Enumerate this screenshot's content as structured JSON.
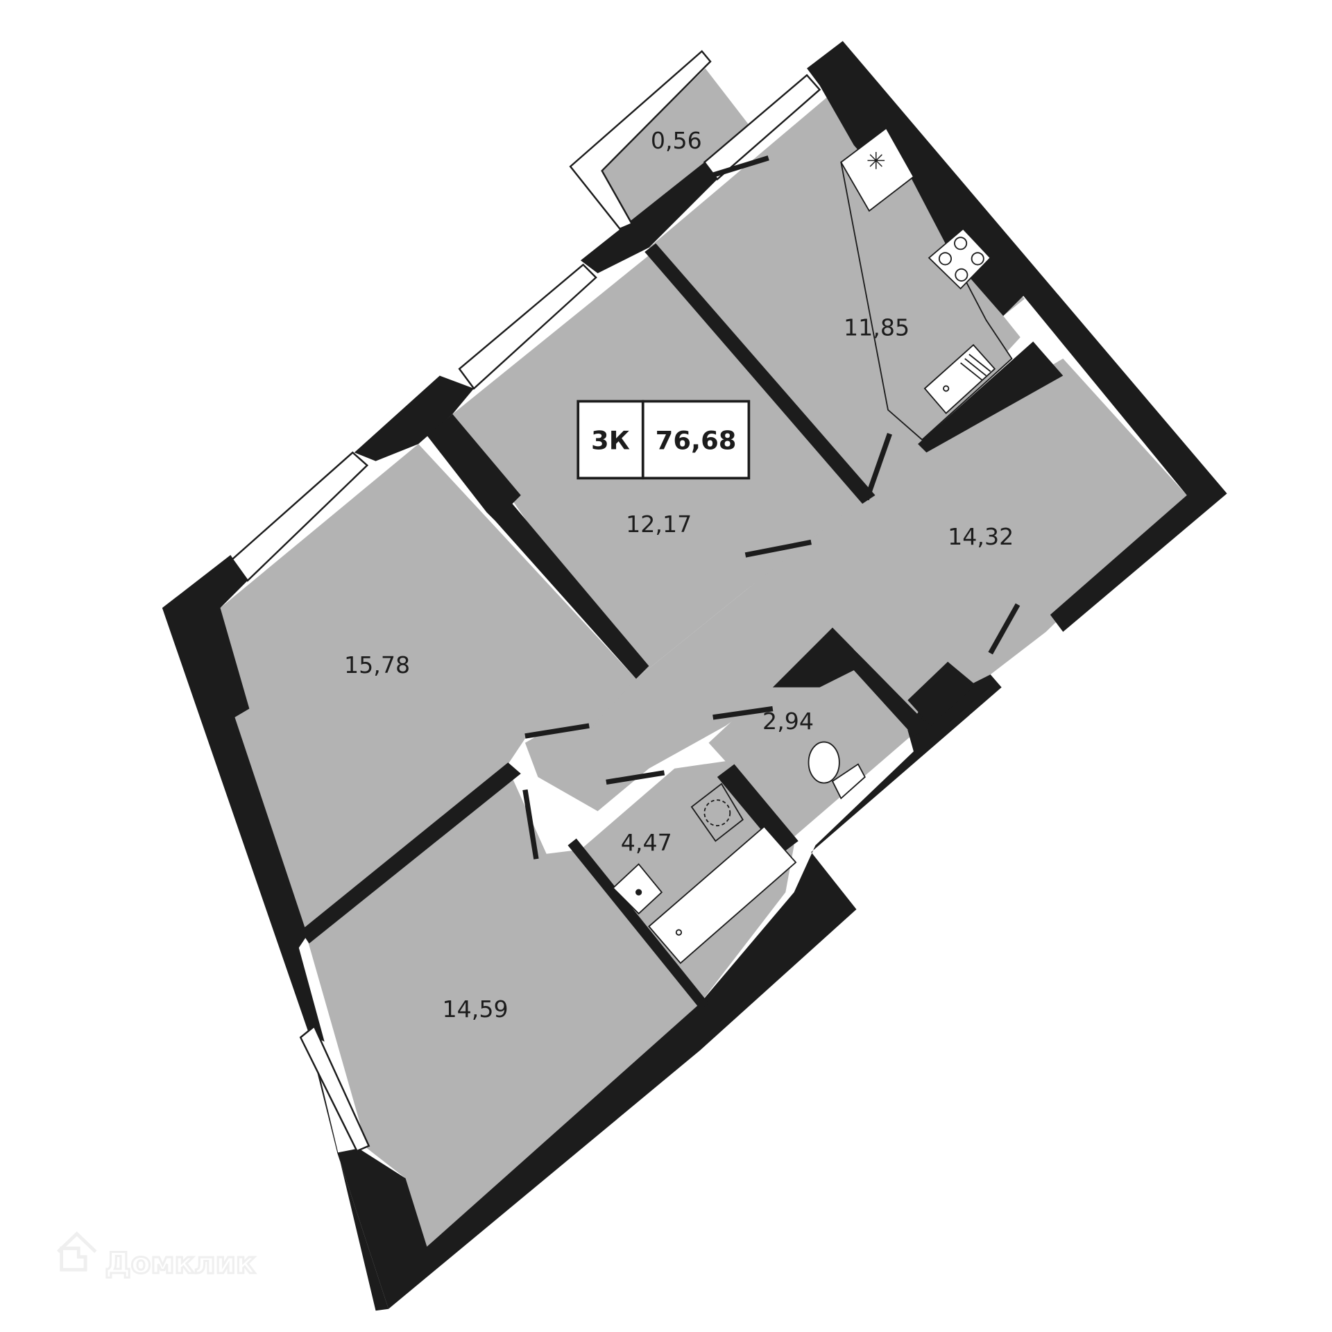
{
  "plan": {
    "apartment_type": "3К",
    "total_area": "76,68",
    "rooms": [
      {
        "id": "balcony",
        "area": "0,56"
      },
      {
        "id": "kitchen",
        "area": "11,85"
      },
      {
        "id": "bedroom-middle",
        "area": "12,17"
      },
      {
        "id": "hallway",
        "area": "14,32"
      },
      {
        "id": "bedroom-left",
        "area": "15,78"
      },
      {
        "id": "toilet",
        "area": "2,94"
      },
      {
        "id": "bathroom",
        "area": "4,47"
      },
      {
        "id": "bedroom-bottom",
        "area": "14,59"
      }
    ]
  },
  "watermark": {
    "text": "Домклик",
    "icon": "house-logo-icon"
  },
  "colors": {
    "wall": "#1c1c1c",
    "floor": "#b3b3b3",
    "window": "#ffffff",
    "background": "#ffffff"
  }
}
